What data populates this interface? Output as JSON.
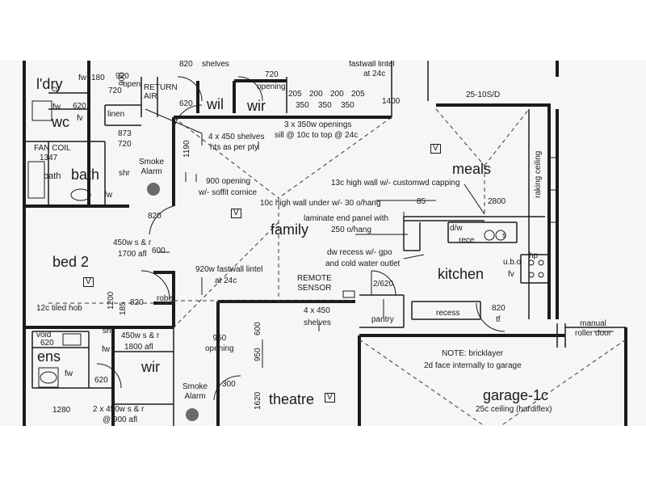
{
  "rooms": {
    "ldry": "l'dry",
    "wc": "wc",
    "bath": "bath",
    "wil": "wil",
    "wir_top": "wir",
    "meals": "meals",
    "family": "family",
    "kitchen": "kitchen",
    "bed2": "bed 2",
    "ens": "ens",
    "wir_bottom": "wir",
    "theatre": "theatre",
    "garage": "garage-1c",
    "pantry": "pantry",
    "linen": "linen",
    "robe": "robe"
  },
  "notes": {
    "fastwall_top": "fastwall lintel",
    "at24c_top": "at 24c",
    "shelves_top": "shelves",
    "opening_top": "opening",
    "return_air": "RETURN AIR",
    "open_wil": "open",
    "shelves_4x450": "4  x 450 shelves",
    "hts_pty": "hts as per pty",
    "openings_3x350": "3 x 350w openings",
    "sill": "sill @ 10c to top @ 24c",
    "sliding_door": "25-10S/D",
    "smoke_alarm_1": "Smoke\nAlarm",
    "opening_900": "900 opening",
    "soffit": "w/- soffit cornice",
    "high_wall_13c": "13c high wall w/- customwd capping",
    "high_wall_10c": "10c high wall under w/- 30 o/hang",
    "laminate": "laminate end panel with",
    "overhang_250": "250 o/hang",
    "dw_recess": "dw recess w/- gpo",
    "cold_water": "and cold water outlet",
    "raking_ceiling": "raking ceiling",
    "fan_coil": "FAN COIL",
    "shelving_bed2": "450w s & r",
    "afl_1700": "1700 afl",
    "fastwall_920": "920w fastwall lintel",
    "at24c_mid": "at 24c",
    "remote_sensor": "REMOTE\nSENSOR",
    "tiled_hob": "12c tiled hob",
    "shelves_4x450b": "4 x 450",
    "shelves_b": "shelves",
    "recess": "recess",
    "tf": "tf",
    "ubo": "u.b.o",
    "hp": "hp",
    "dw": "d/w",
    "rece": "rece",
    "note_bricklayer": "NOTE: bricklayer",
    "note_face": "2d face internally to garage",
    "manual_door": "manual\nroller door",
    "opening_950": "950\nopening",
    "smoke_alarm_2": "Smoke\nAlarm",
    "shelving_ens": "450w s & r",
    "afl_1800": "1800 afl",
    "shelving_2x": "2 x 450w s & r",
    "afl_900": "@ 900 afl",
    "garage_ceiling": "25c ceiling  (hardiflex)",
    "void": "void",
    "shr_top": "shr",
    "shr_bottom": "shr",
    "fw": "fw",
    "cv": "cv",
    "fv": "fv",
    "s": "s"
  },
  "dimensions": {
    "d820_top": "820",
    "d720": "720",
    "d205a": "205",
    "d200a": "200",
    "d200b": "200",
    "d205b": "205",
    "d350a": "350",
    "d350b": "350",
    "d350c": "350",
    "d1400": "1400",
    "d180": "180",
    "d920": "920",
    "d720b": "720",
    "d620_wc": "620",
    "d620_wil": "620",
    "d873": "873",
    "d720c": "720",
    "d1347": "1347",
    "d1190": "1190",
    "d85": "85",
    "d2800": "2800",
    "d820_bed": "820",
    "d600": "600",
    "d1200": "1200",
    "d185": "185",
    "d820_robe": "820",
    "d2620": "2/620",
    "d600_v": "600",
    "d950": "950",
    "d1620": "1620",
    "d300": "300",
    "d1280": "1280",
    "d620_ens": "620",
    "d620_wir": "620",
    "d820_tf": "820",
    "d900": "900"
  },
  "symbols": {
    "light": "V"
  }
}
